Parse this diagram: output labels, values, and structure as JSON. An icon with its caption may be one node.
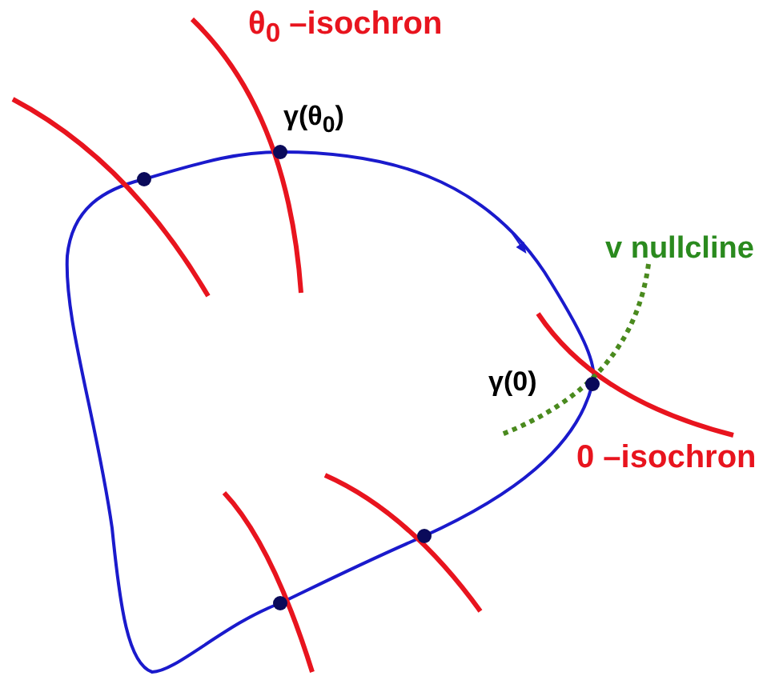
{
  "diagram": {
    "labels": [
      "θ$_{0}$ –isochron",
      "γ(θ$_{0}$)",
      "v nullcline",
      "γ(0)",
      "0 –isochron"
    ]
  }
}
